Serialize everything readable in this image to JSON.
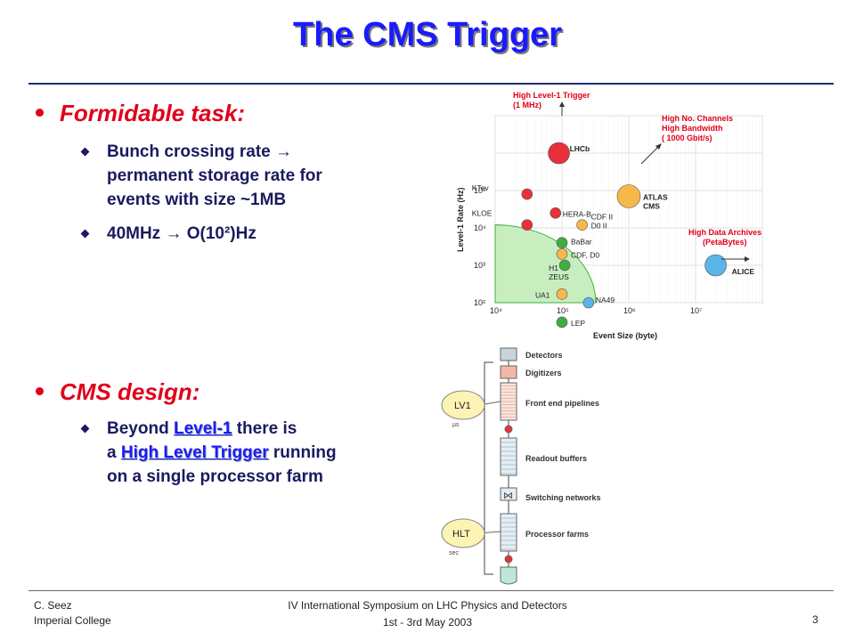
{
  "slide": {
    "title": "The CMS Trigger",
    "section1": {
      "heading": "Formidable task:",
      "bullet1_lines": [
        "Bunch crossing rate →",
        "permanent storage rate for",
        "events with size ~1MB"
      ],
      "bullet2": "40MHz → O(10²)Hz"
    },
    "section2": {
      "heading": "CMS design:",
      "bullet_prefix": "Beyond",
      "link1": "Level-1",
      "mid": "there is",
      "line2_prefix": "a",
      "link2": "High Level Trigger",
      "line2_suffix": "running",
      "line3": "on a single processor farm"
    }
  },
  "chart_data": {
    "type": "scatter",
    "xlabel": "Event Size (byte)",
    "ylabel": "Level-1 Rate (Hz)",
    "x_ticks": [
      "10⁴",
      "10⁵",
      "10⁶",
      "10⁷"
    ],
    "y_ticks": [
      "10²",
      "10³",
      "10⁴",
      "10⁵"
    ],
    "xlim": [
      10000,
      100000000
    ],
    "ylim": [
      100,
      10000000
    ],
    "x_scale": "log",
    "y_scale": "log",
    "points": [
      {
        "label": "LHCb",
        "x": 90000,
        "y": 1000000,
        "color": "#e8303a"
      },
      {
        "label": "KTev",
        "x": 30000,
        "y": 80000,
        "color": "#e8303a"
      },
      {
        "label": "HERA-B",
        "x": 80000,
        "y": 25000,
        "color": "#e8303a"
      },
      {
        "label": "KLOE",
        "x": 30000,
        "y": 12000,
        "color": "#e8303a"
      },
      {
        "label": "ATLAS\nCMS",
        "x": 1000000,
        "y": 70000,
        "color": "#f5b84a"
      },
      {
        "label": "CDF II\nD0 II",
        "x": 200000,
        "y": 12000,
        "color": "#f5b84a"
      },
      {
        "label": "BaBar",
        "x": 100000,
        "y": 4000,
        "color": "#3fae3f"
      },
      {
        "label": "CDF, D0",
        "x": 100000,
        "y": 2000,
        "color": "#f5b84a"
      },
      {
        "label": "H1\nZEUS",
        "x": 110000,
        "y": 1000,
        "color": "#3fae3f"
      },
      {
        "label": "UA1",
        "x": 100000,
        "y": 170,
        "color": "#f5b84a"
      },
      {
        "label": "NA49",
        "x": 250000,
        "y": 100,
        "color": "#5ab4e8"
      },
      {
        "label": "LEP",
        "x": 100000,
        "y": 30,
        "color": "#3fae3f"
      },
      {
        "label": "ALICE",
        "x": 20000000,
        "y": 1000,
        "color": "#5ab4e8"
      }
    ],
    "annotations": [
      {
        "text": "High Level-1 Trigger\n(1 MHz)",
        "color": "#e0001a"
      },
      {
        "text": "High No. Channels\nHigh Bandwidth\n( 1000 Gbit/s)",
        "color": "#e0001a"
      },
      {
        "text": "High Data Archives\n(PetaBytes)",
        "color": "#e0001a"
      }
    ]
  },
  "diagram": {
    "stages": [
      "Detectors",
      "Digitizers",
      "Front end pipelines",
      "Readout buffers",
      "Switching networks",
      "Processor farms"
    ],
    "lv1_label": "LV1",
    "lv1_unit": "µs",
    "hlt_label": "HLT",
    "hlt_unit": "sec"
  },
  "footer": {
    "author": "C. Seez",
    "institution": "Imperial College",
    "event": "IV International  Symposium on LHC Physics and Detectors",
    "dates": "1st - 3rd May 2003",
    "page": "3"
  }
}
